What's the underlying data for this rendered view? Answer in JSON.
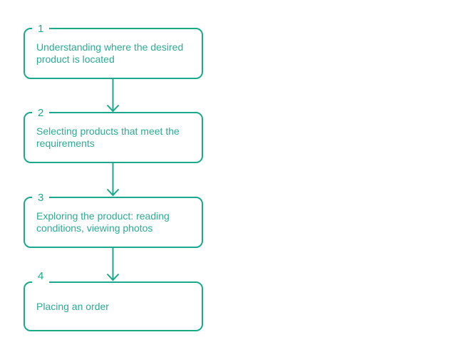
{
  "diagram": {
    "type": "flowchart-vertical",
    "colors": {
      "accent": "#1aa98c",
      "step_text": "#2bab93",
      "background": "#ffffff"
    },
    "steps": [
      {
        "number": "1",
        "label": "Understanding where the desired product is located"
      },
      {
        "number": "2",
        "label": "Selecting products that meet the requirements"
      },
      {
        "number": "3",
        "label": "Exploring the product: reading conditions, viewing photos"
      },
      {
        "number": "4",
        "label": "Placing an order"
      }
    ]
  }
}
